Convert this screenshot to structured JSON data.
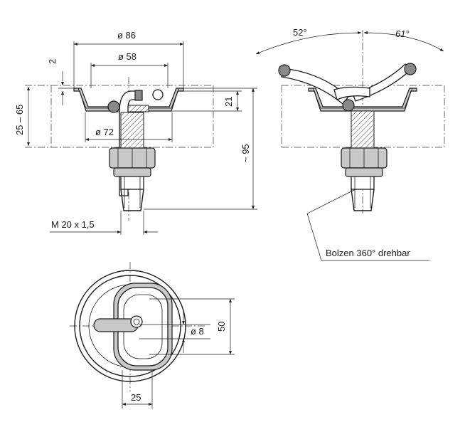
{
  "dimensions": {
    "d86": "ø 86",
    "d58": "ø 58",
    "d72": "ø 72",
    "two": "2",
    "range": "25 – 65",
    "twentyone": "21",
    "ninetyfive": "~ 95",
    "thread": "M 20 x 1,5",
    "angle_left": "52°",
    "angle_right": "61°",
    "fifty": "50",
    "d8": "ø 8",
    "twentyfive": "25"
  },
  "callout": {
    "bolt": "Bolzen 360° drehbar"
  }
}
